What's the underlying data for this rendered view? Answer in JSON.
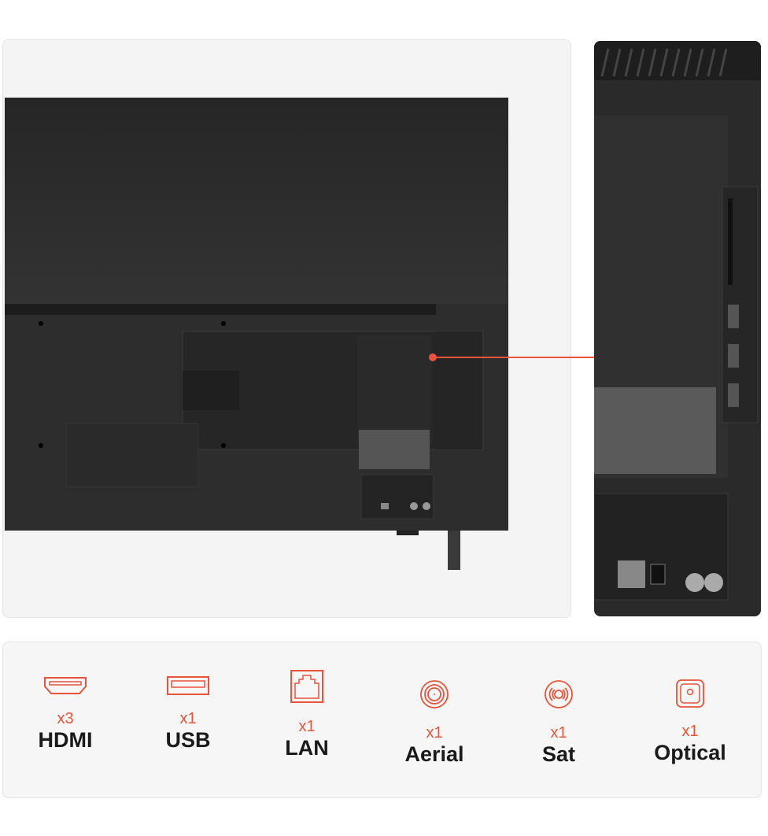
{
  "accent_color": "#e8533a",
  "ports": [
    {
      "icon": "hdmi-icon",
      "count": "x3",
      "name": "HDMI"
    },
    {
      "icon": "usb-icon",
      "count": "x1",
      "name": "USB"
    },
    {
      "icon": "lan-icon",
      "count": "x1",
      "name": "LAN"
    },
    {
      "icon": "aerial-icon",
      "count": "x1",
      "name": "Aerial"
    },
    {
      "icon": "sat-icon",
      "count": "x1",
      "name": "Sat"
    },
    {
      "icon": "optical-icon",
      "count": "x1",
      "name": "Optical"
    }
  ]
}
